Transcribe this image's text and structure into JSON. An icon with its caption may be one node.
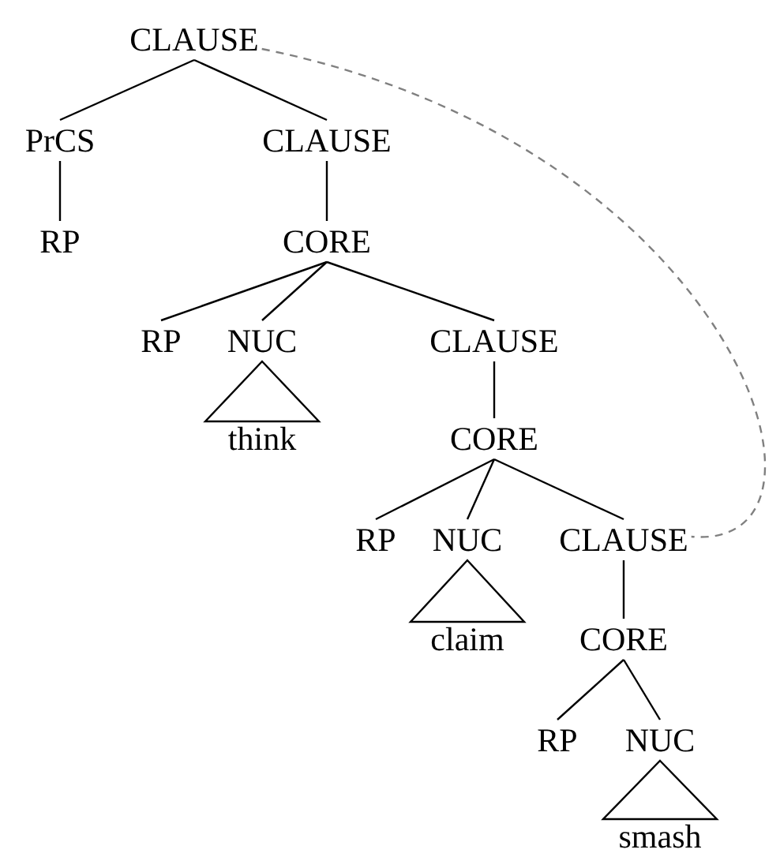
{
  "diagram": {
    "nodes": [
      {
        "text": [
          "CLAUSE"
        ]
      },
      {
        "text": [
          "PrCS"
        ]
      },
      {
        "text": [
          "CLAUSE"
        ]
      },
      {
        "text": [
          "RP"
        ]
      },
      {
        "text": [
          "CORE"
        ]
      },
      {
        "text": [
          "RP"
        ]
      },
      {
        "text": [
          "NUC"
        ]
      },
      {
        "text": [
          "CLAUSE"
        ]
      },
      {
        "text": [
          "think"
        ]
      },
      {
        "text": [
          "CORE"
        ]
      },
      {
        "text": [
          "RP"
        ]
      },
      {
        "text": [
          "NUC"
        ]
      },
      {
        "text": [
          "CLAUSE"
        ]
      },
      {
        "text": [
          "claim"
        ]
      },
      {
        "text": [
          "CORE"
        ]
      },
      {
        "text": [
          "RP"
        ]
      },
      {
        "text": [
          "NUC"
        ]
      },
      {
        "text": [
          "smash"
        ]
      }
    ],
    "edges": [
      {
        "from": 0,
        "to": 1,
        "arrow": "none"
      },
      {
        "from": 0,
        "to": 2,
        "arrow": "none"
      },
      {
        "from": 1,
        "to": 3,
        "arrow": "none"
      },
      {
        "from": 2,
        "to": 4,
        "arrow": "none"
      },
      {
        "from": 4,
        "to": 5,
        "arrow": "none"
      },
      {
        "from": 4,
        "to": 6,
        "arrow": "none"
      },
      {
        "from": 4,
        "to": 7,
        "arrow": "none"
      },
      {
        "from": 6,
        "to": 8,
        "arrow": "none"
      },
      {
        "from": 7,
        "to": 9,
        "arrow": "none"
      },
      {
        "from": 9,
        "to": 10,
        "arrow": "none"
      },
      {
        "from": 9,
        "to": 11,
        "arrow": "none"
      },
      {
        "from": 9,
        "to": 12,
        "arrow": "none"
      },
      {
        "from": 11,
        "to": 13,
        "arrow": "none"
      },
      {
        "from": 12,
        "to": 14,
        "arrow": "none"
      },
      {
        "from": 14,
        "to": 15,
        "arrow": "none"
      },
      {
        "from": 14,
        "to": 16,
        "arrow": "none"
      },
      {
        "from": 16,
        "to": 17,
        "arrow": "none"
      },
      {
        "from": 0,
        "to": 12,
        "arrow": "none",
        "style": "dashed",
        "color": "#808080"
      }
    ]
  }
}
